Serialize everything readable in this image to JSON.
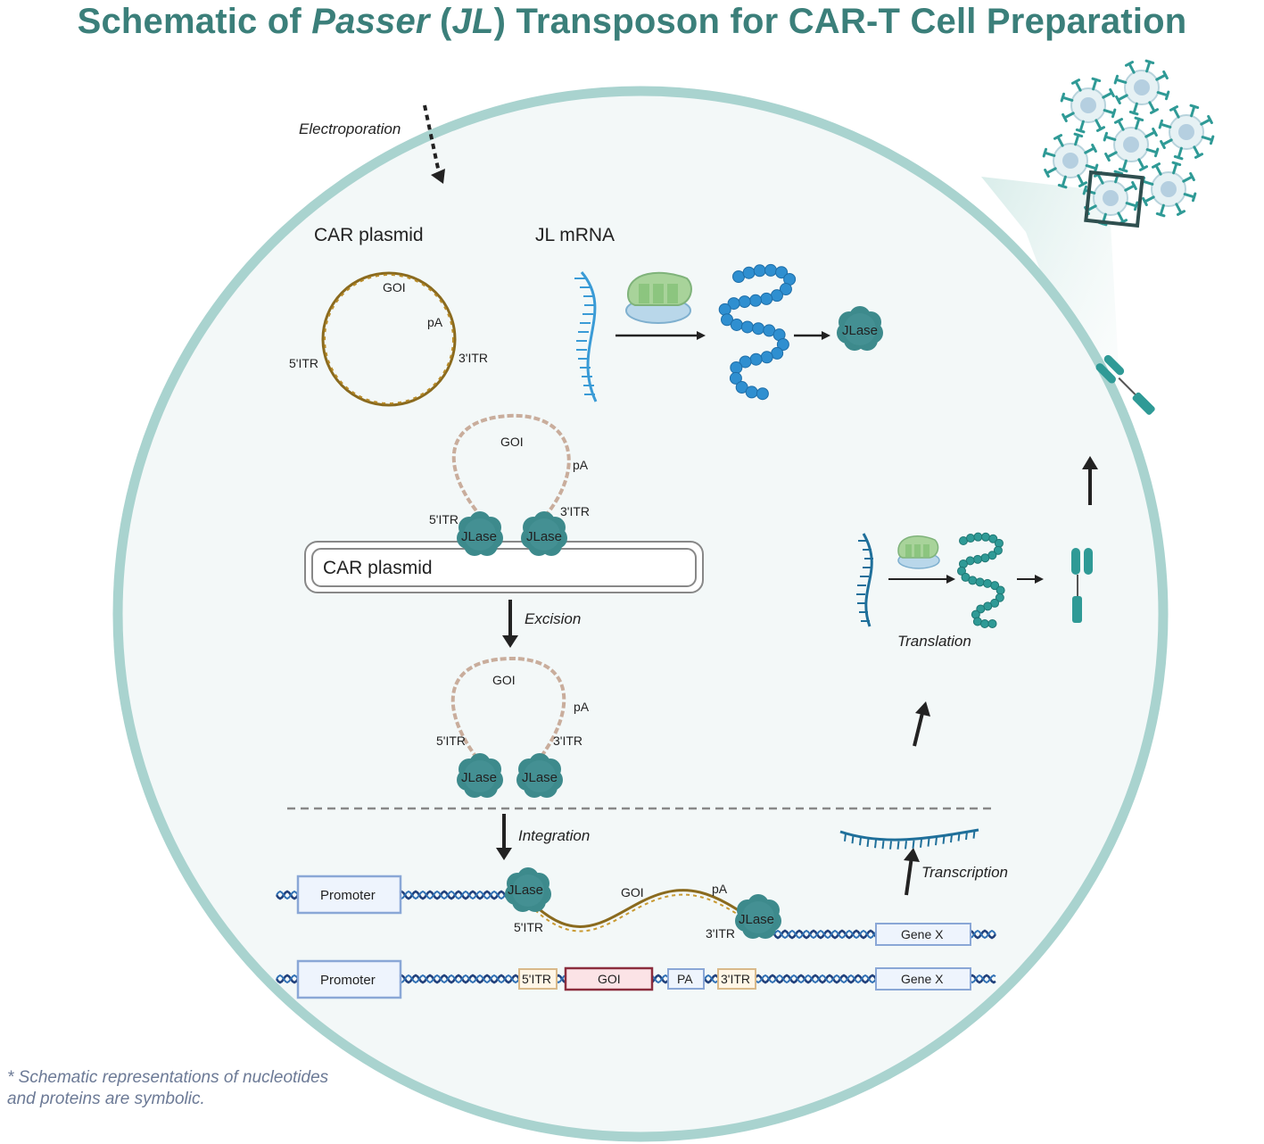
{
  "title": {
    "prefix": "Schematic of ",
    "italic1": "Passer",
    "mid1": " (",
    "italic2": "JL",
    "suffix": ") Transposon  for CAR-T Cell Preparation"
  },
  "footnote": {
    "line1": "* Schematic representations of nucleotides",
    "line2": "and proteins are symbolic."
  },
  "labels": {
    "electroporation": "Electroporation",
    "car_plasmid": "CAR plasmid",
    "jl_mrna": "JL mRNA",
    "goi": "GOI",
    "pa": "pA",
    "itr5": "5'ITR",
    "itr3": "3'ITR",
    "jlase": "JLase",
    "car_plasmid_box": "CAR plasmid",
    "excision": "Excision",
    "integration": "Integration",
    "translation": "Translation",
    "transcription": "Transcription",
    "promoter": "Promoter",
    "gene_x": "Gene X",
    "pa_box": "PA",
    "goi_box": "GOI",
    "itr5_box": "5'ITR",
    "itr3_box": "3'ITR"
  },
  "colors": {
    "title": "#3b7f7a",
    "cell_border": "#a9d3cf",
    "cell_fill": "#f3f8f8",
    "plasmid_dna": "#8a6a1e",
    "loop_dna": "#c9ad9c",
    "genomic_dna": "#1f3f7a",
    "jlase": "#3d8a8c",
    "mrna": "#3a9bd6",
    "peptide": "#2f8fd0",
    "car_protein": "#2f9a96",
    "box_border": "#8aa7d6",
    "goi_box_border": "#8b2d3d",
    "itr_box_border": "#d9b98a"
  }
}
